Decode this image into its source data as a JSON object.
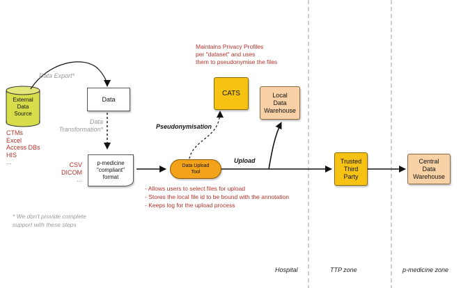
{
  "external_source": {
    "label": "External\nData\nSource",
    "color": "#d7dc4a"
  },
  "data_box": {
    "label": "Data"
  },
  "compliant_box": {
    "label": "p-medicine\n\"compliant\"\nformat"
  },
  "cats": {
    "label": "CATS",
    "color": "#f6c315"
  },
  "local_dw": {
    "label": "Local\nData\nWarehouse",
    "color": "#f8d2a6"
  },
  "upload_tool": {
    "label": "Data Upload\nTool",
    "color": "#f3a21b"
  },
  "ttp": {
    "label": "Trusted\nThird\nParty",
    "color": "#f6c315"
  },
  "central_dw": {
    "label": "Central\nData\nWarehouse",
    "color": "#f8d2a6"
  },
  "labels": {
    "data_export": "Data Export*",
    "data_transformation": "Data\nTransformation*",
    "pseudonymisation": "Pseudonymisation",
    "upload": "Upload"
  },
  "source_types": [
    "CTMs",
    "Excel",
    "Access DBs",
    "HIS",
    "..."
  ],
  "format_types": [
    "CSV",
    "DICOM",
    "..."
  ],
  "privacy_note": "Maintains Privacy Profiles\nper \"dataset\" and uses\nthem to pseudonymise the files",
  "upload_features": [
    "- Allows users to select files for upload",
    "- Stores the local file id to be bound with the annotation",
    "- Keeps log for the upload process"
  ],
  "footnote": "* We don't provide complete\nsupport with these steps",
  "zones": [
    "Hospital",
    "TTP zone",
    "p-medicine zone"
  ],
  "accent_red": "#b5322a"
}
